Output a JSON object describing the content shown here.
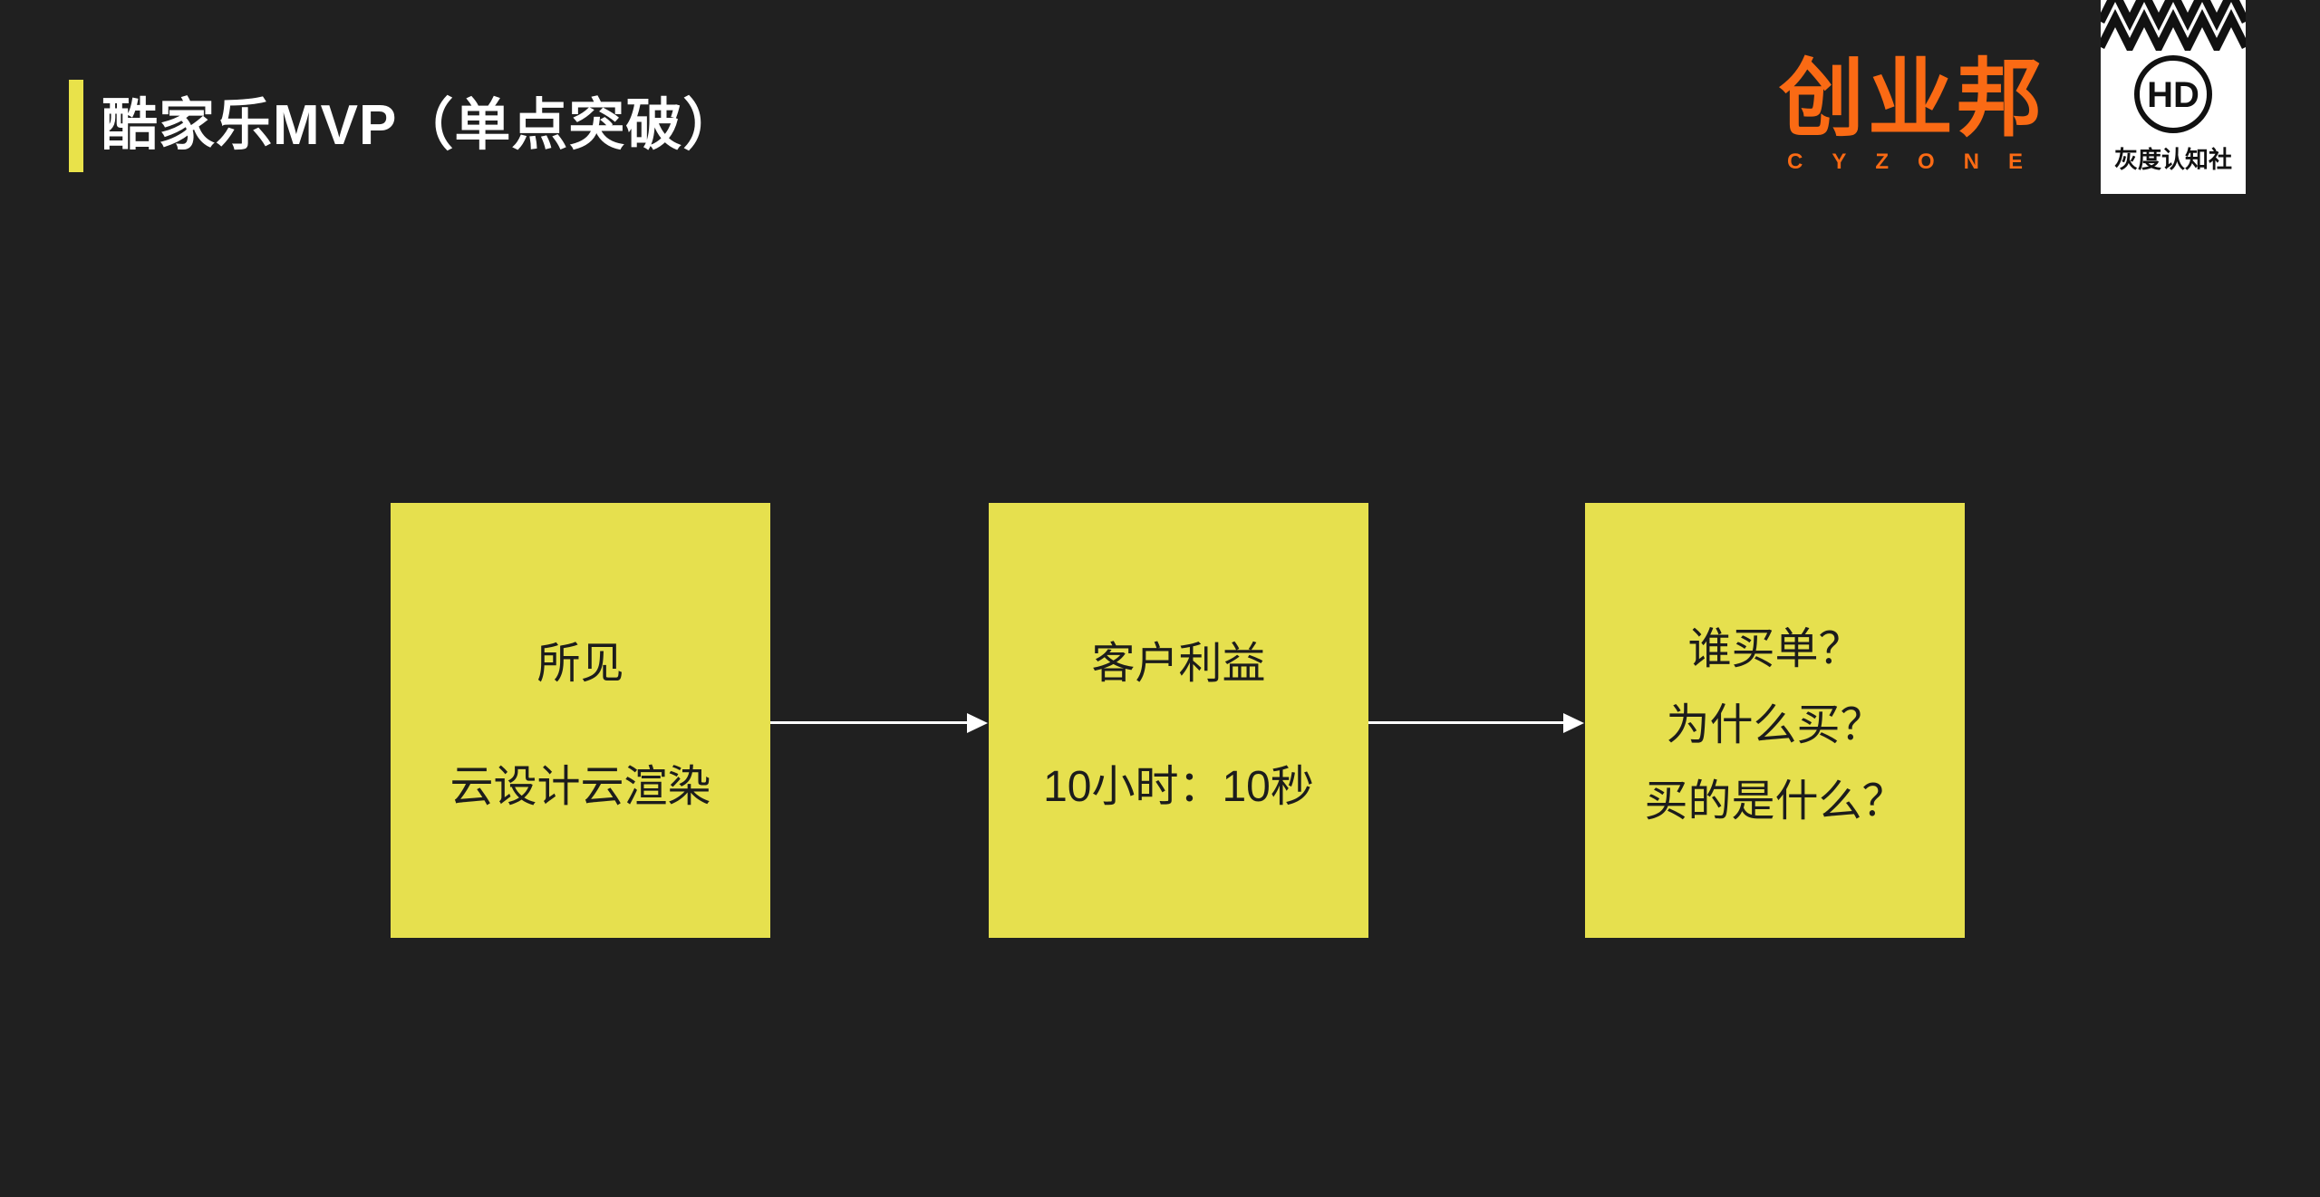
{
  "slide": {
    "title": "酷家乐MVP（单点突破）"
  },
  "logos": {
    "cyzone": {
      "wordmark": "创业邦",
      "subtitle": "CYZONE",
      "color": "#fa6a14"
    },
    "huidu": {
      "monogram": "HD",
      "label": "灰度认知社"
    }
  },
  "diagram": {
    "boxes": [
      {
        "line1": "所见",
        "line2": "云设计云渲染"
      },
      {
        "line1": "客户利益",
        "line2": "10小时：10秒"
      },
      {
        "line1": "谁买单？",
        "line2": "为什么买？",
        "line3": "买的是什么？"
      }
    ]
  },
  "colors": {
    "background": "#202020",
    "box_yellow": "#e6e04e",
    "accent_yellow": "#e9e24a",
    "arrow_white": "#ffffff",
    "title_white": "#ffffff"
  }
}
